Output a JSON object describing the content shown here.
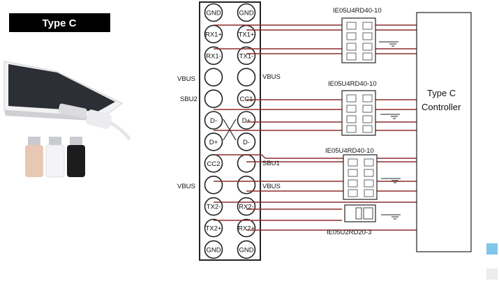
{
  "title_badge": "Type C",
  "connector": {
    "left_pins": [
      "GND",
      "RX1+",
      "RX1-",
      "",
      "",
      "D-",
      "D+",
      "CC2",
      "",
      "TX2-",
      "TX2+",
      "GND"
    ],
    "right_pins": [
      "GND",
      "TX1+",
      "TX1-",
      "",
      "CC1",
      "D+",
      "D-",
      "",
      "",
      "RX2-",
      "RX2+",
      "GND"
    ]
  },
  "side_labels": {
    "vbus_left_1": "VBUS",
    "vbus_right_1": "VBUS",
    "sbu2": "SBU2",
    "sbu1": "SBU1",
    "vbus_left_2": "VBUS",
    "vbus_right_2": "VBUS"
  },
  "esd_parts": [
    "IE05U4RD40-10",
    "IE05U4RD40-10",
    "IE05U4RD40-10",
    "IE05U2RD20-3"
  ],
  "controller": {
    "line1": "Type C",
    "line2": "Controller"
  },
  "colors": {
    "wire": "#8b2d2d",
    "ink": "#222222",
    "badge": "#000000",
    "accent": "#7ec6ea"
  }
}
